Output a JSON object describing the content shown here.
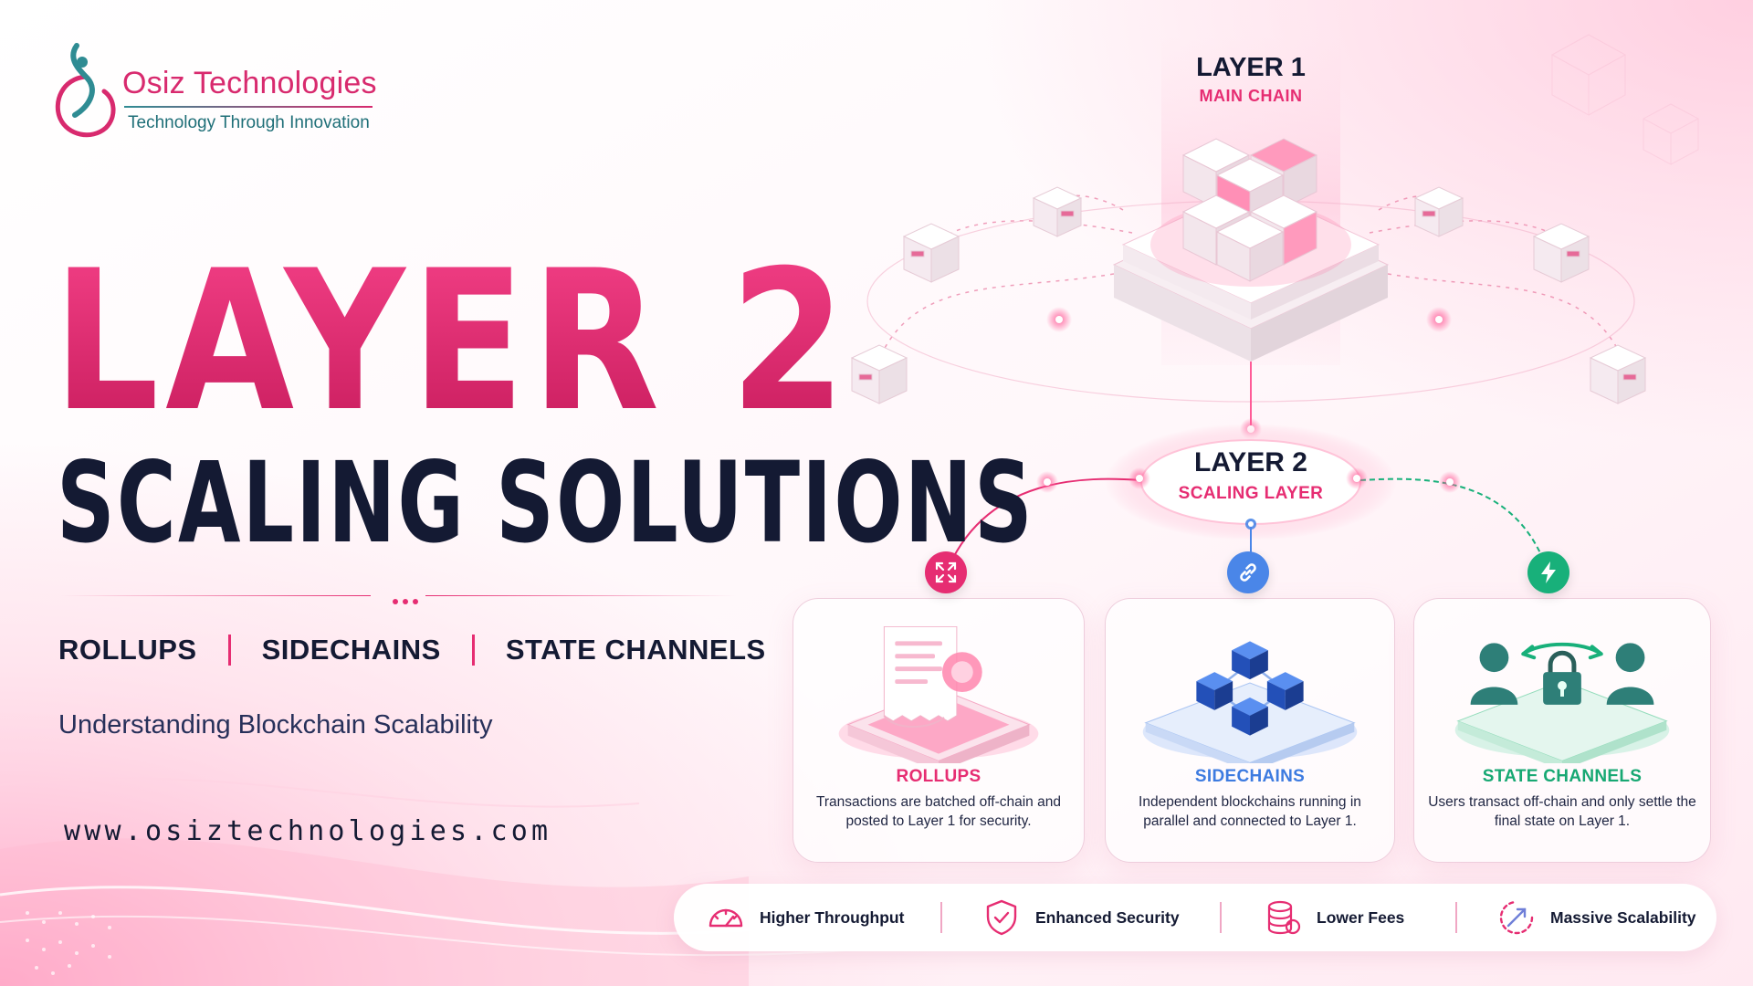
{
  "brand": {
    "name": "Osiz Technologies",
    "tagline": "Technology Through Innovation"
  },
  "headline": {
    "title": "LAYER 2",
    "subtitle": "SCALING SOLUTIONS"
  },
  "topics": [
    "ROLLUPS",
    "SIDECHAINS",
    "STATE CHANNELS"
  ],
  "tagline": "Understanding Blockchain Scalability",
  "website": "www.osiztechnologies.com",
  "diagram": {
    "layer1": {
      "title": "LAYER 1",
      "subtitle": "MAIN CHAIN"
    },
    "layer2": {
      "title": "LAYER 2",
      "subtitle": "SCALING LAYER"
    },
    "cards": [
      {
        "title": "ROLLUPS",
        "desc": "Transactions are batched off-chain and posted to Layer 1 for security.",
        "badge_icon": "expand-arrows-icon",
        "art_icon": "receipt-scroll-icon",
        "accent": "#e62d72"
      },
      {
        "title": "SIDECHAINS",
        "desc": "Independent blockchains running in parallel and connected to Layer 1.",
        "badge_icon": "link-icon",
        "art_icon": "connected-cubes-icon",
        "accent": "#3d7be0"
      },
      {
        "title": "STATE CHANNELS",
        "desc": "Users transact off-chain and only settle the final state on Layer 1.",
        "badge_icon": "lightning-icon",
        "art_icon": "users-padlock-icon",
        "accent": "#17a873"
      }
    ]
  },
  "benefits": [
    {
      "label": "Higher Throughput",
      "icon": "speedometer-icon"
    },
    {
      "label": "Enhanced Security",
      "icon": "shield-check-icon"
    },
    {
      "label": "Lower Fees",
      "icon": "coin-stack-icon"
    },
    {
      "label": "Massive Scalability",
      "icon": "scale-arrow-icon"
    }
  ],
  "colors": {
    "primary_pink": "#e62d72",
    "navy": "#141a33",
    "blue": "#3d7be0",
    "green": "#17a873",
    "teal": "#1f6f78"
  }
}
